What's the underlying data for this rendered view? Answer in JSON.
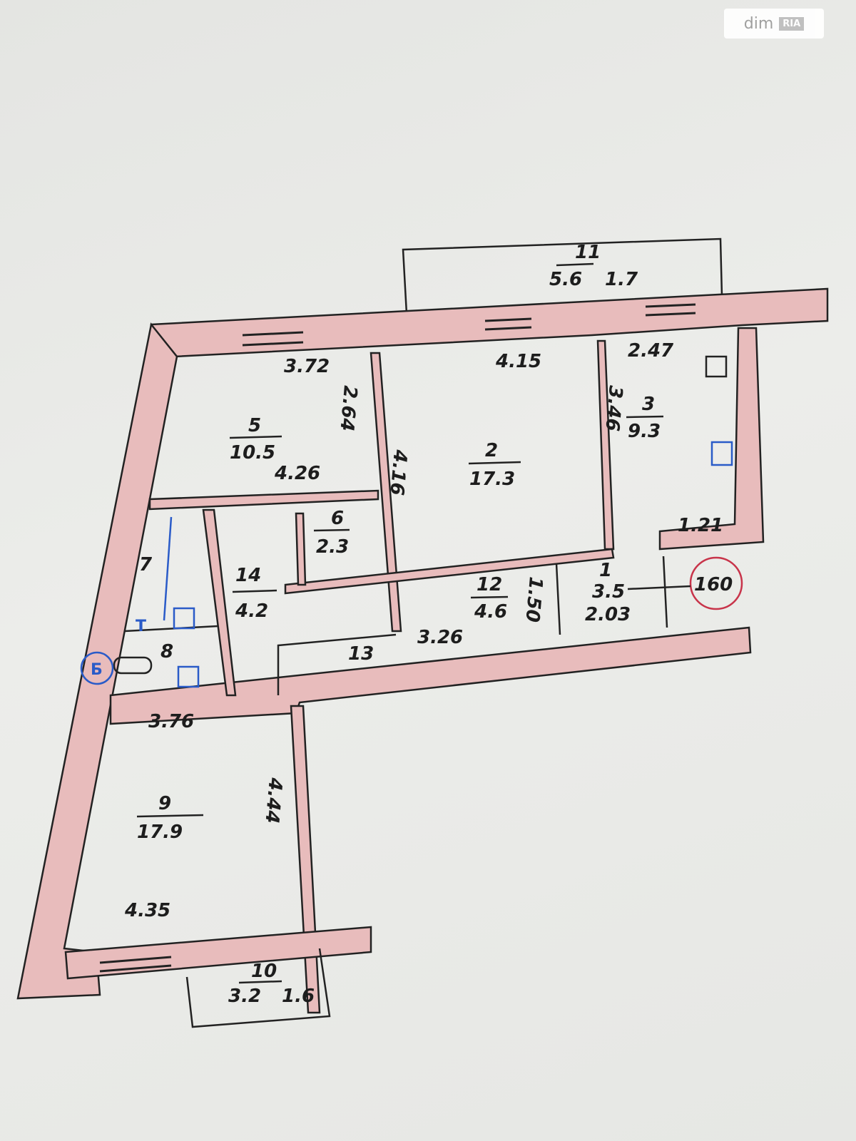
{
  "watermark": {
    "dim": "dim",
    "ria": "RIA"
  },
  "rooms": [
    {
      "id": "r11",
      "number": "11",
      "area": "5.6",
      "extra": "1.7"
    },
    {
      "id": "r5",
      "number": "5",
      "area": "10.5"
    },
    {
      "id": "r2",
      "number": "2",
      "area": "17.3"
    },
    {
      "id": "r3",
      "number": "3",
      "area": "9.3"
    },
    {
      "id": "r6",
      "number": "6",
      "area": "2.3"
    },
    {
      "id": "r14",
      "number": "14",
      "area": "4.2"
    },
    {
      "id": "r12",
      "number": "12",
      "area": "4.6"
    },
    {
      "id": "r1",
      "number": "1",
      "area": "3.5"
    },
    {
      "id": "r9",
      "number": "9",
      "area": "17.9"
    },
    {
      "id": "r10",
      "number": "10",
      "area": "3.2",
      "extra": "1.6"
    }
  ],
  "room_labels": {
    "r7": "7",
    "r8": "8",
    "r13": "13"
  },
  "dimensions": [
    "3.72",
    "4.15",
    "2.47",
    "2.64",
    "4.16",
    "3.46",
    "4.26",
    "1.21",
    "1.50",
    "2.03",
    "3.26",
    "3.76",
    "4.44",
    "4.35"
  ],
  "markers": {
    "apartment_number": "160",
    "bath_marker": "Б",
    "toilet_t": "Т"
  },
  "colors": {
    "wall": "#e8bcbc",
    "ink": "#222222",
    "blue": "#2a5bc8",
    "red_circle": "#c8344a"
  }
}
